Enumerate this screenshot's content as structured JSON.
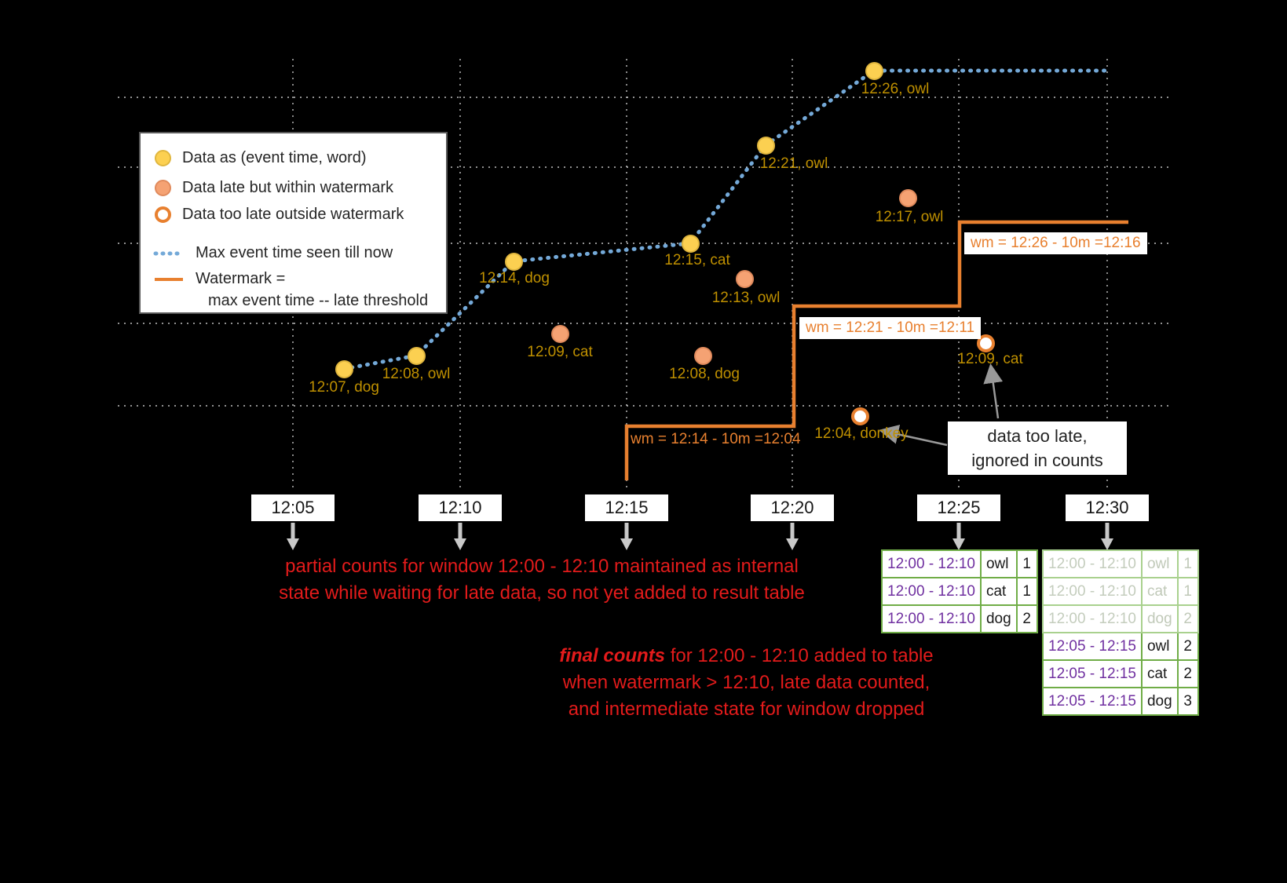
{
  "legend": {
    "on_time": "Data as (event time, word)",
    "late_within": "Data late but within watermark",
    "too_late": "Data too late outside watermark",
    "max_event": "Max event time seen till now",
    "watermark_1": "Watermark =",
    "watermark_2": "max event time -- late threshold"
  },
  "axis": {
    "ticks": [
      "12:05",
      "12:10",
      "12:15",
      "12:20",
      "12:25",
      "12:30"
    ]
  },
  "points": [
    {
      "label": "12:07, dog",
      "status": "on-time"
    },
    {
      "label": "12:08, owl",
      "status": "on-time"
    },
    {
      "label": "12:14, dog",
      "status": "on-time"
    },
    {
      "label": "12:15, cat",
      "status": "on-time"
    },
    {
      "label": "12:21, owl",
      "status": "on-time"
    },
    {
      "label": "12:26, owl",
      "status": "on-time"
    },
    {
      "label": "12:09, cat",
      "status": "late-within-watermark"
    },
    {
      "label": "12:08, dog",
      "status": "late-within-watermark"
    },
    {
      "label": "12:13, owl",
      "status": "late-within-watermark"
    },
    {
      "label": "12:17, owl",
      "status": "late-within-watermark"
    },
    {
      "label": "12:04, donkey",
      "status": "too-late"
    },
    {
      "label": "12:09, cat",
      "status": "too-late"
    }
  ],
  "watermarks": [
    "wm = 12:14 - 10m =12:04",
    "wm = 12:21 - 10m =12:11",
    "wm = 12:26 - 10m =12:16"
  ],
  "notes": {
    "partial_l1": "partial counts for window 12:00 - 12:10 maintained as internal",
    "partial_l2": "state while waiting for late data, so not yet added to result table",
    "final_em": "final counts",
    "final_l1": " for 12:00 - 12:10 added to table",
    "final_l2": "when watermark > 12:10, late data counted,",
    "final_l3": "and intermediate state for window dropped",
    "too_late_l1": "data too late,",
    "too_late_l2": "ignored in counts"
  },
  "tables": {
    "t25": {
      "rows": [
        {
          "window": "12:00 - 12:10",
          "word": "owl",
          "count": "1"
        },
        {
          "window": "12:00 - 12:10",
          "word": "cat",
          "count": "1"
        },
        {
          "window": "12:00 - 12:10",
          "word": "dog",
          "count": "2"
        }
      ]
    },
    "t30": {
      "rows": [
        {
          "window": "12:00 - 12:10",
          "word": "owl",
          "count": "1"
        },
        {
          "window": "12:00 - 12:10",
          "word": "cat",
          "count": "1"
        },
        {
          "window": "12:00 - 12:10",
          "word": "dog",
          "count": "2"
        },
        {
          "window": "12:05 - 12:15",
          "word": "owl",
          "count": "2"
        },
        {
          "window": "12:05 - 12:15",
          "word": "cat",
          "count": "2"
        },
        {
          "window": "12:05 - 12:15",
          "word": "dog",
          "count": "3"
        }
      ]
    }
  },
  "colors": {
    "background": "#000000",
    "on_time_point": "#FCD051",
    "late_point": "#F5A273",
    "too_late_ring": "#E8802F",
    "max_event_line": "#74A9D8",
    "watermark_line": "#E8802F",
    "point_label": "#BF9000",
    "note_red": "#E31B1B",
    "window_purple": "#7030A0",
    "table_green": "#70AD47"
  }
}
